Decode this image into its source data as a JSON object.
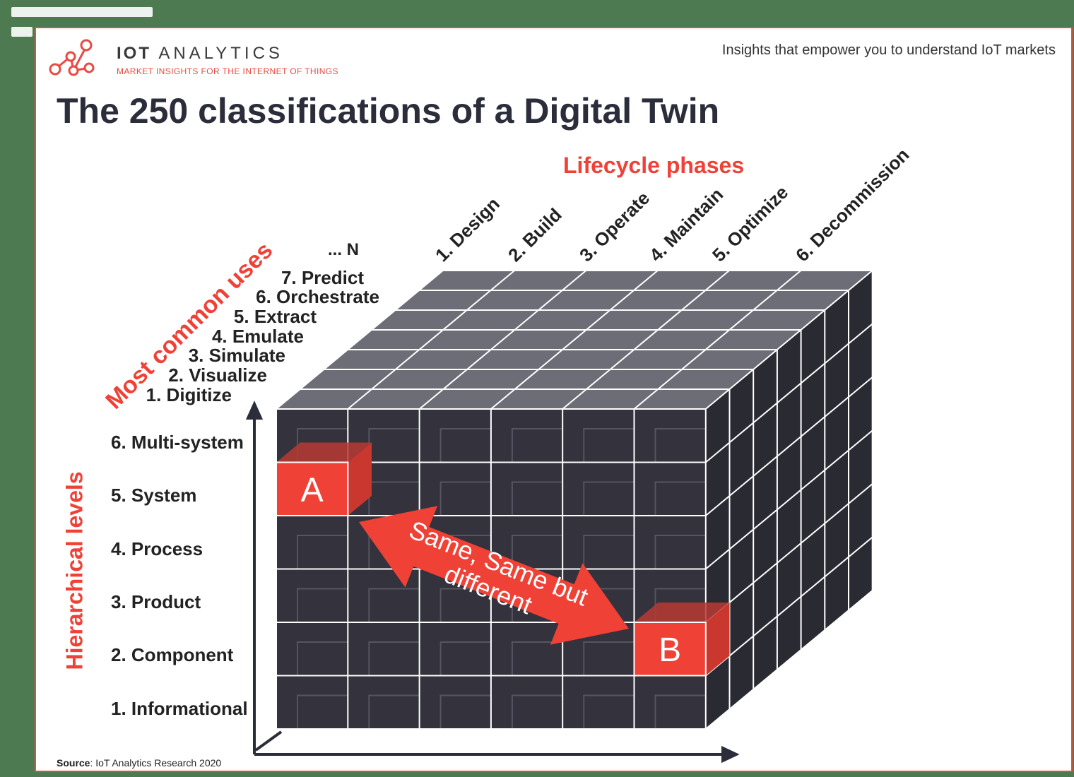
{
  "header": {
    "brand_main": "IOT",
    "brand_rest": "ANALYTICS",
    "brand_subtitle": "MARKET INSIGHTS FOR THE INTERNET OF THINGS",
    "tagline": "Insights that empower you to understand IoT markets"
  },
  "title": "The 250 classifications of a Digital Twin",
  "axes": {
    "lifecycle_title": "Lifecycle phases",
    "uses_title": "Most common uses",
    "levels_title": "Hierarchical levels"
  },
  "lifecycle_phases": [
    "1. Design",
    "2. Build",
    "3. Operate",
    "4. Maintain",
    "5. Optimize",
    "6. Decommission"
  ],
  "common_uses": [
    "1. Digitize",
    "2. Visualize",
    "3. Simulate",
    "4. Emulate",
    "5. Extract",
    "6. Orchestrate",
    "7. Predict",
    "... N"
  ],
  "hierarchical_levels": [
    "6. Multi-system",
    "5. System",
    "4. Process",
    "3. Product",
    "2. Component",
    "1. Informational"
  ],
  "markers": {
    "a": "A",
    "b": "B"
  },
  "arrow_label_line1": "Same, Same but",
  "arrow_label_line2": "different",
  "source_label": "Source",
  "source_text": ": IoT Analytics Research 2020",
  "colors": {
    "accent": "#ef4136",
    "cube_dark": "#33323d",
    "cube_top": "#6d6d77"
  }
}
